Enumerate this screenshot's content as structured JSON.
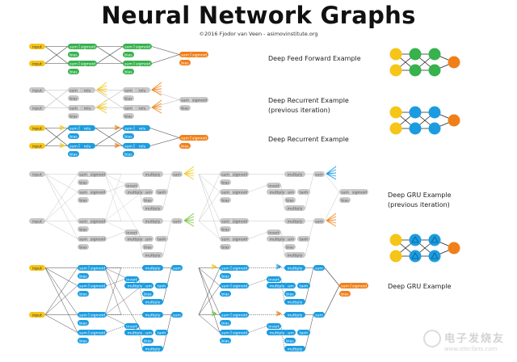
{
  "header": {
    "title": "Neural Network Graphs",
    "subtitle": "©2016 Fjodor van Veen - asimovinstitute.org"
  },
  "node_labels": {
    "input": "input",
    "sum": "sum",
    "sigmoid": "sigmoid",
    "relu": "relu",
    "bias": "bias",
    "multiply": "multiply",
    "invert": "invert",
    "tanh": "tanh"
  },
  "captions": {
    "deep_feed_forward": "Deep Feed Forward Example",
    "deep_recurrent_prev": [
      "Deep Recurrent Example",
      "(previous iteration)"
    ],
    "deep_recurrent": "Deep Recurrent Example",
    "deep_gru_prev": [
      "Deep GRU Example",
      "(previous iteration)"
    ],
    "deep_gru": "Deep GRU Example"
  },
  "colors": {
    "input": "#f5c518",
    "feedforward": "#37b24d",
    "recurrent": "#1c9ce0",
    "output": "#f07f1a",
    "inactive": "#c8c8c8",
    "accent_yellow": "#f3c927",
    "accent_green": "#7ac943",
    "accent_orange": "#f08a24"
  },
  "watermark": {
    "cn": "电子发烧友",
    "url": "www.elecfans.com"
  }
}
